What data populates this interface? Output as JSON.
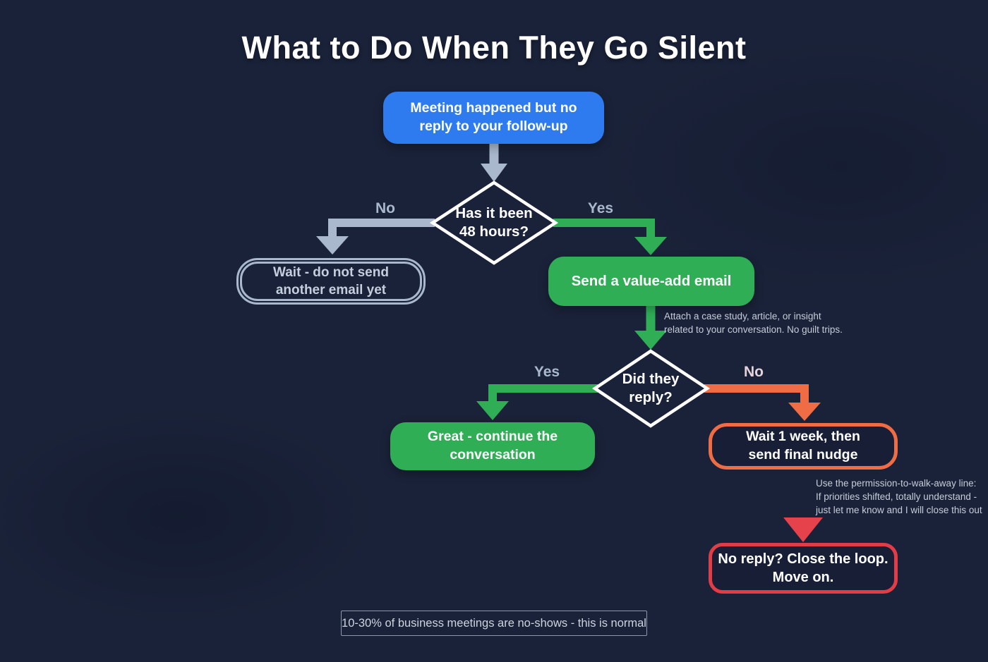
{
  "title": "What to Do When They Go Silent",
  "colors": {
    "background": "#1a2239",
    "blue": "#2e7bf0",
    "green": "#2fae56",
    "gray": "#a9b8cd",
    "orange": "#ef6c45",
    "red": "#e23c46",
    "diamond_stroke": "#ffffff"
  },
  "nodes": {
    "start": {
      "label": "Meeting happened but no\nreply to your follow-up"
    },
    "decision1": {
      "label": "Has it been\n48 hours?"
    },
    "wait": {
      "label": "Wait - do not send\nanother email yet"
    },
    "value_email": {
      "label": "Send a value-add email"
    },
    "decision2": {
      "label": "Did they\nreply?"
    },
    "great": {
      "label": "Great - continue the\nconversation"
    },
    "nudge": {
      "label": "Wait 1 week, then\nsend final nudge"
    },
    "close_loop": {
      "label": "No reply? Close the loop.\nMove on."
    }
  },
  "edges": {
    "d1_no": "No",
    "d1_yes": "Yes",
    "d2_yes": "Yes",
    "d2_no": "No"
  },
  "annotations": {
    "value_email_note": "Attach a case study, article, or insight\nrelated to your conversation. No guilt trips.",
    "nudge_note": "Use the permission-to-walk-away line:\nIf priorities shifted, totally understand -\njust let me know and I will close this out"
  },
  "footer": "10-30% of business meetings are no-shows - this is normal"
}
